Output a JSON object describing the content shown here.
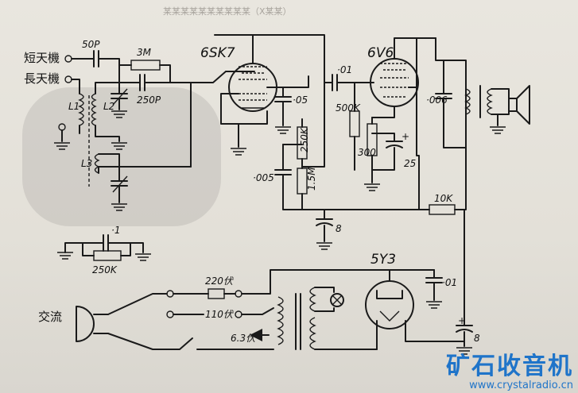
{
  "header_text": "某某某某某某某某某某（X某某）",
  "tubes": {
    "rf": "6SK7",
    "output": "6V6",
    "rectifier": "5Y3"
  },
  "antenna": {
    "short": "短天機",
    "long": "長天機"
  },
  "inductors": {
    "l1": "L1",
    "l2": "L2",
    "l3": "L3"
  },
  "caps": {
    "c_input": "50P",
    "c_grid": "250P",
    "c_screen": "·05",
    "c_coupling": "·01",
    "c_detector": "·005",
    "c_cathode_out": "25",
    "c_output": "·006",
    "c_filter1": "8",
    "c_filter2": "8",
    "c_rect": "·01",
    "c_side": "·1"
  },
  "resistors": {
    "r_grid": "3M",
    "r_plate": "250K",
    "r_mid": "1.5M",
    "r_coupling": "500K",
    "r_cathode": "300",
    "r_filter": "10K",
    "r_side": "250K"
  },
  "power": {
    "ac_label": "交流",
    "tap_220": "220伏",
    "tap_110": "110伏",
    "tap_63": "6.3伏"
  },
  "watermark": {
    "brand": "矿石收音机",
    "url": "www.crystalradio.cn"
  }
}
